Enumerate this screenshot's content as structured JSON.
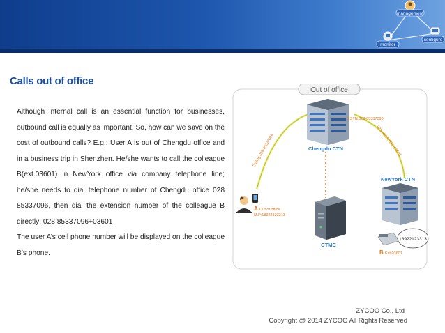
{
  "header": {
    "nodes": {
      "management": "management",
      "monitor": "monitor",
      "configure": "configure"
    }
  },
  "title": "Calls out of office",
  "body": {
    "paragraph1": "Although internal call is an essential function for businesses, outbound call is equally as important. So, how can we save on the cost of outbound calls? E.g.: User A is out of Chengdu office and in a business trip in Shenzhen. He/she wants to call the colleague B(ext.03601) in NewYork office via company telephone line; he/she needs to dial telephone number of Chengdu office 028 85337096, then dial the extension number of the colleague B directly: 028 85337096+03601",
    "paragraph2": "The user A’s cell phone number will be displayed on the colleague B’s phone."
  },
  "diagram": {
    "box_title": "Out of office",
    "chengdu_label": "Chengdu CTN",
    "pstn_label": "PSTN:028-85337096",
    "dialing_label": "Dialing 028-85337096",
    "forward_label": "028-85337096+03601",
    "newyork_label": "NewYork CTN",
    "ctmc_label": "CTMC",
    "user_a_letter": "A",
    "user_a_status": "Out of office",
    "user_a_phone": "M.P:18922123313",
    "user_b_letter": "B",
    "user_b_ext": "Ext:03601",
    "display_number": "18922123313"
  },
  "footer": {
    "company": "ZYCOO Co., Ltd",
    "copyright": "Copyright @ 2014 ZYCOO All Rights Reserved"
  },
  "colors": {
    "title": "#1a4ea3",
    "accent_orange": "#f08a1e",
    "link_blue": "#2f78c2"
  }
}
